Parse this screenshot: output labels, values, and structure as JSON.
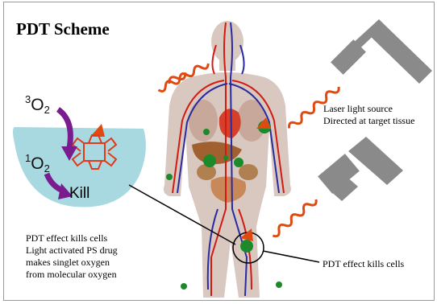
{
  "title": "PDT Scheme",
  "molecules": {
    "triplet": {
      "sup": "3",
      "base": "O",
      "sub": "2"
    },
    "singlet": {
      "sup": "1",
      "base": "O",
      "sub": "2"
    }
  },
  "kill_label": "Kill",
  "laser_label": [
    "Laser light source",
    "Directed at target tissue"
  ],
  "effect_label": "PDT effect kills cells",
  "left_note": [
    "PDT effect kills cells",
    "Light activated PS drug",
    "makes singlet oxygen",
    "from molecular oxygen"
  ],
  "colors": {
    "basin": "#a8d8e0",
    "body": "#d8c8c0",
    "artery": "#d11a12",
    "vein": "#2a2aa0",
    "marker": "#1c8a2a",
    "wave": "#e04a10",
    "source": "#8a8a8a",
    "arrow": "#7a1c8e"
  },
  "icons": [
    "laser-source-icon",
    "photosensitizer-molecule-icon",
    "light-wave-icon",
    "cell-marker-icon"
  ]
}
